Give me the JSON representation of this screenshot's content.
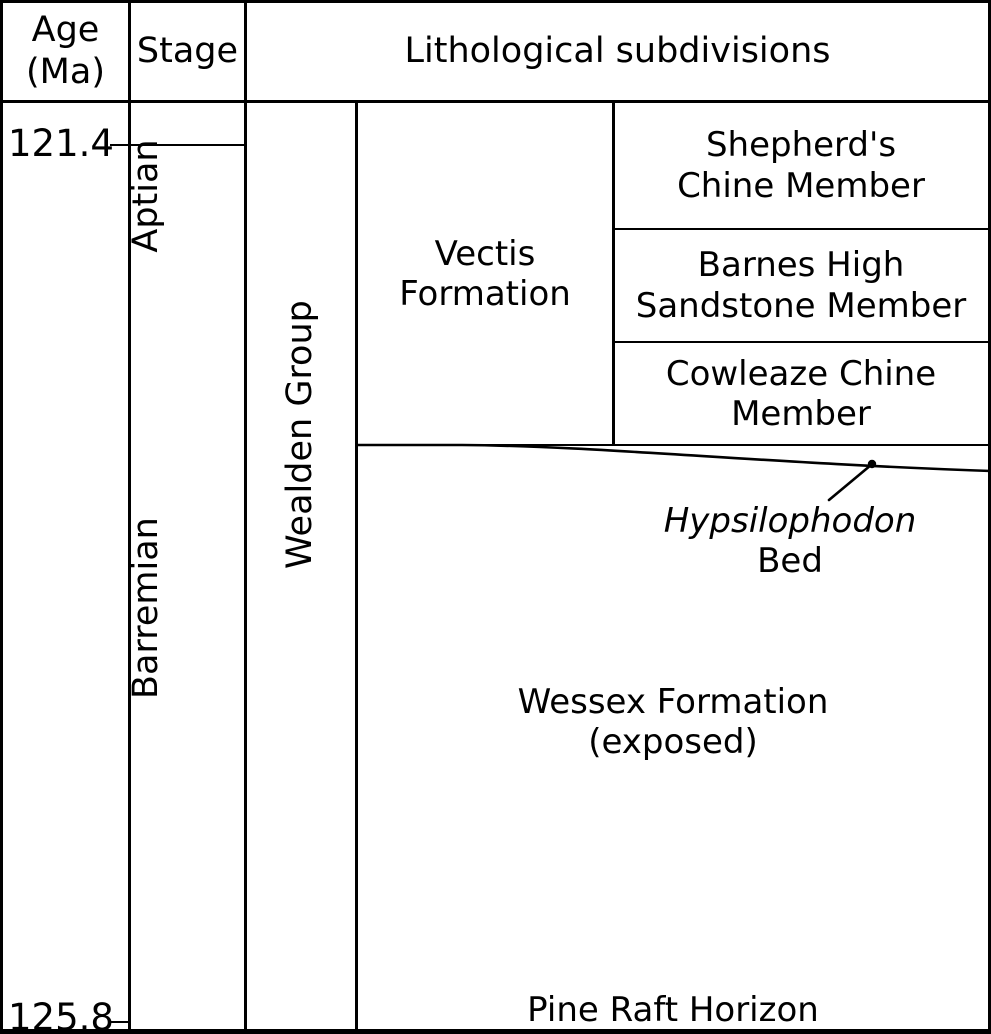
{
  "figure": {
    "type": "stratigraphic-column",
    "background_color": "#ffffff",
    "line_color": "#000000"
  },
  "headers": {
    "age": "Age",
    "age_unit": "(Ma)",
    "stage": "Stage",
    "lithology": "Lithological subdivisions"
  },
  "age_axis": {
    "unit": "Ma",
    "ticks": [
      {
        "value": "121.4"
      },
      {
        "value": "125.8"
      }
    ]
  },
  "stages": [
    {
      "name": "Aptian"
    },
    {
      "name": "Barremian"
    }
  ],
  "group": {
    "name": "Wealden Group"
  },
  "formations": [
    {
      "name": "Vectis",
      "name_line2": "Formation"
    },
    {
      "name": "Wessex Formation",
      "name_line2": "(exposed)"
    }
  ],
  "members": [
    {
      "line1": "Shepherd's",
      "line2": "Chine Member"
    },
    {
      "line1": "Barnes High",
      "line2": "Sandstone Member"
    },
    {
      "line1": "Cowleaze Chine",
      "line2": "Member"
    }
  ],
  "beds": [
    {
      "genus": "Hypsilophodon",
      "suffix": "Bed"
    }
  ],
  "horizons": [
    {
      "name": "Pine Raft Horizon"
    }
  ],
  "chart_data": {
    "type": "table",
    "title": "Lithological subdivisions",
    "ylabel": "Age (Ma)",
    "ylim": [
      121.4,
      125.8
    ],
    "columns": [
      "Age (Ma)",
      "Stage",
      "Lithological subdivisions"
    ],
    "rows": [
      {
        "age_top": "121.4",
        "stage": "Aptian",
        "group": "Wealden Group",
        "formation": "Vectis Formation",
        "member": "Shepherd's Chine Member"
      },
      {
        "stage": "Aptian",
        "group": "Wealden Group",
        "formation": "Vectis Formation",
        "member": "Barnes High Sandstone Member"
      },
      {
        "stage": "Barremian",
        "group": "Wealden Group",
        "formation": "Vectis Formation",
        "member": "Cowleaze Chine Member"
      },
      {
        "stage": "Barremian",
        "group": "Wealden Group",
        "formation": "Wessex Formation (exposed)",
        "member": "Hypsilophodon Bed"
      },
      {
        "age_base": "125.8",
        "stage": "Barremian",
        "group": "Wealden Group",
        "formation": "Wessex Formation (exposed)",
        "member": "Pine Raft Horizon"
      }
    ]
  }
}
